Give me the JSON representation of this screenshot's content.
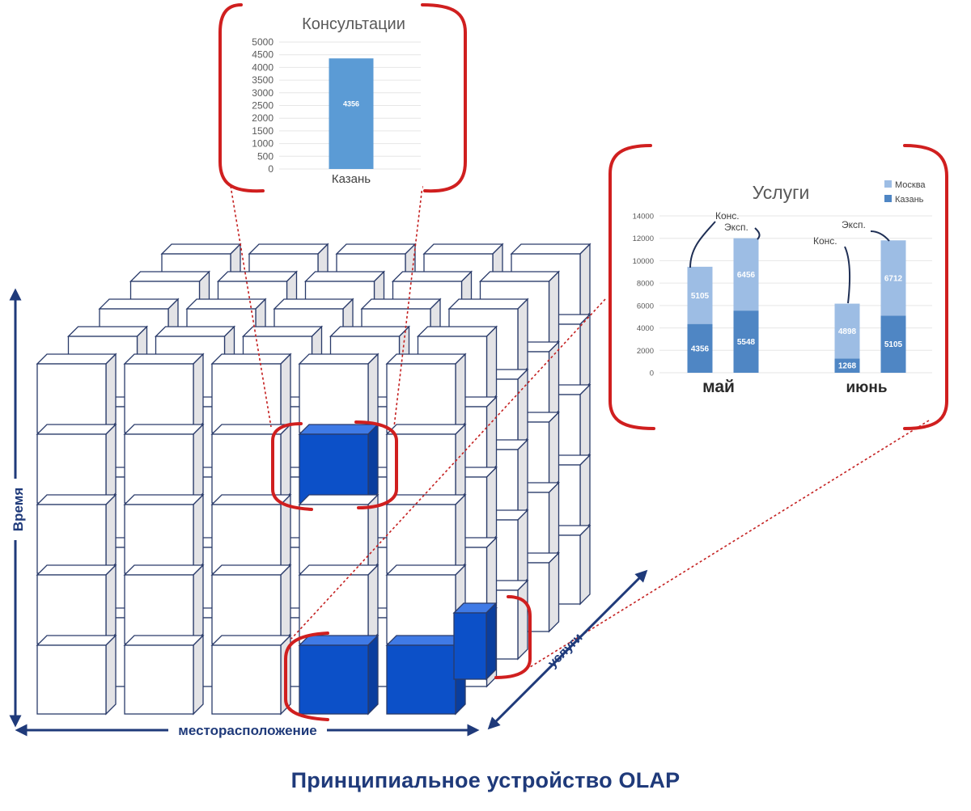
{
  "diagram": {
    "caption": "Принципиальное устройство OLAP",
    "axes": {
      "time": "Время",
      "location": "месторасположение",
      "services": "услуги"
    },
    "colors": {
      "cube_face": "#ffffff",
      "cube_side": "#e3e3e6",
      "cube_outline": "#2a3b6a",
      "highlight_front": "#0c50c8",
      "highlight_top": "#3f7ae6",
      "highlight_side": "#0a3e9e",
      "bracket": "#d01f1f",
      "axis": "#1f3a7a",
      "series_moscow": "#9dbde4",
      "series_kazan": "#4f86c4",
      "bar_single": "#5b9bd5"
    }
  },
  "chart_data": [
    {
      "type": "bar",
      "title": "Консультации",
      "categories": [
        "Казань"
      ],
      "values": [
        4356
      ],
      "data_labels": [
        "4356"
      ],
      "ylim": [
        0,
        5000
      ],
      "yticks": [
        0,
        500,
        1000,
        1500,
        2000,
        2500,
        3000,
        3500,
        4000,
        4500,
        5000
      ],
      "grid": true
    },
    {
      "type": "bar",
      "stacked": true,
      "title": "Услуги",
      "groups": [
        "май",
        "июнь"
      ],
      "bars": [
        {
          "group": "май",
          "annotation": "Конс.",
          "kazan": 4356,
          "moscow": 5105
        },
        {
          "group": "май",
          "annotation": "Эксп.",
          "kazan": 5548,
          "moscow": 6456
        },
        {
          "group": "июнь",
          "annotation": "Конс.",
          "kazan": 1268,
          "moscow": 4898
        },
        {
          "group": "июнь",
          "annotation": "Эксп.",
          "kazan": 5105,
          "moscow": 6712
        }
      ],
      "series": [
        {
          "name": "Москва"
        },
        {
          "name": "Казань"
        }
      ],
      "legend": "top-right",
      "ylim": [
        0,
        14000
      ],
      "yticks": [
        0,
        2000,
        4000,
        6000,
        8000,
        10000,
        12000,
        14000
      ],
      "grid": true
    }
  ]
}
